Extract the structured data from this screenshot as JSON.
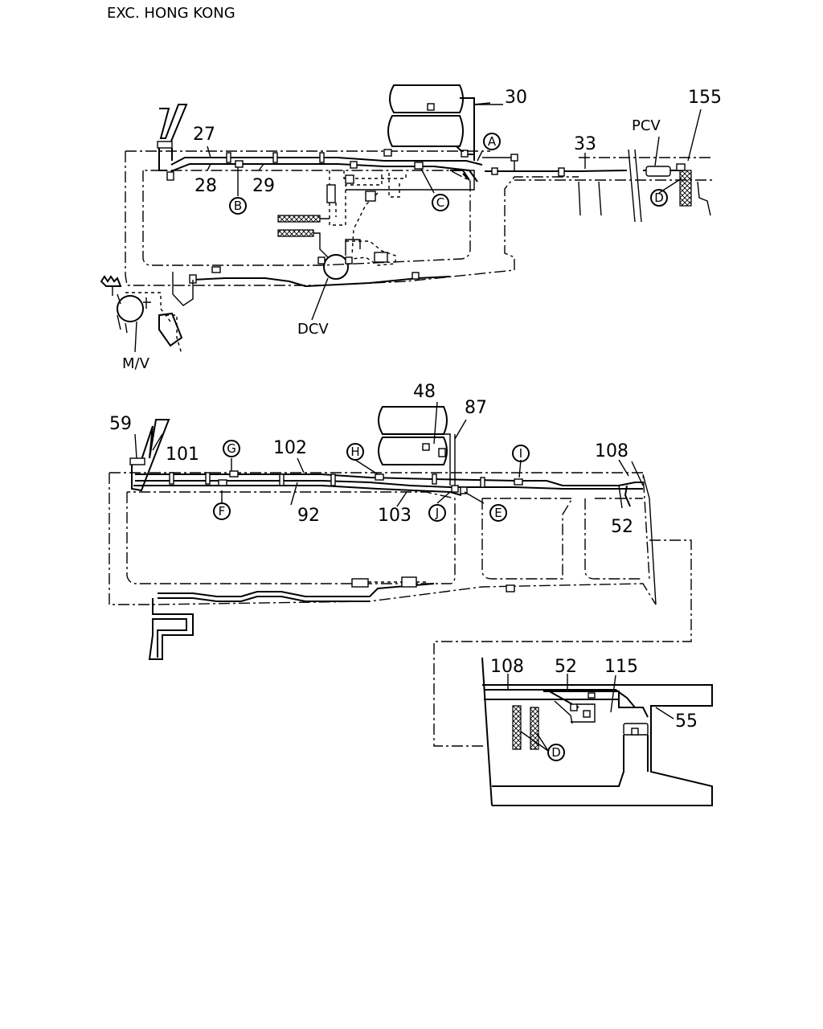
{
  "header": {
    "title": "EXC. HONG KONG"
  },
  "top_diagram": {
    "part_numbers": [
      "27",
      "28",
      "29",
      "30",
      "33",
      "155"
    ],
    "components": {
      "pcv": "PCV",
      "dcv": "DCV",
      "mv": "M/V"
    },
    "refs": {
      "a": "A",
      "b": "B",
      "c": "C",
      "d": "D"
    }
  },
  "middle_diagram": {
    "part_numbers": [
      "48",
      "52",
      "59",
      "87",
      "92",
      "101",
      "102",
      "103",
      "108"
    ],
    "refs": {
      "e": "E",
      "f": "F",
      "g": "G",
      "h": "H",
      "i": "I",
      "j": "J"
    }
  },
  "detail_diagram": {
    "part_numbers": [
      "108",
      "52",
      "115",
      "55"
    ],
    "refs": {
      "d": "D"
    }
  }
}
